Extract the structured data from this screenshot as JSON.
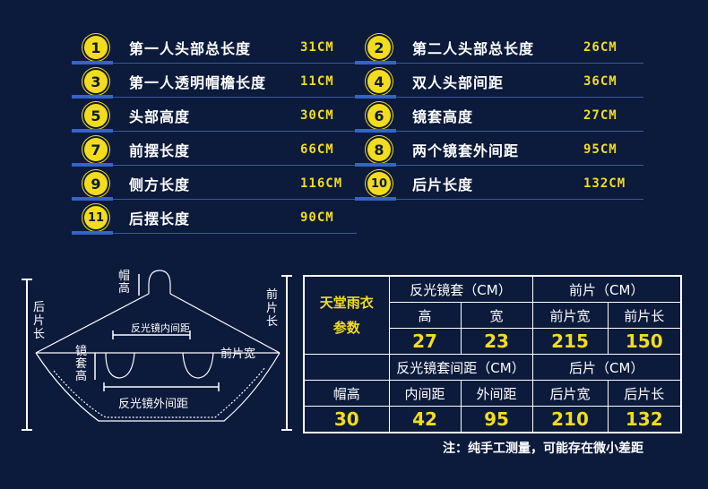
{
  "specs": [
    {
      "num": "1",
      "label": "第一人头部总长度",
      "value": "31CM"
    },
    {
      "num": "2",
      "label": "第二人头部总长度",
      "value": "26CM"
    },
    {
      "num": "3",
      "label": "第一人透明帽檐长度",
      "value": "11CM"
    },
    {
      "num": "4",
      "label": "双人头部间距",
      "value": "36CM"
    },
    {
      "num": "5",
      "label": "头部高度",
      "value": "30CM"
    },
    {
      "num": "6",
      "label": "镜套高度",
      "value": "27CM"
    },
    {
      "num": "7",
      "label": "前摆长度",
      "value": "66CM"
    },
    {
      "num": "8",
      "label": "两个镜套外间距",
      "value": "95CM"
    },
    {
      "num": "9",
      "label": "侧方长度",
      "value": "116CM"
    },
    {
      "num": "10",
      "label": "后片长度",
      "value": "132CM"
    },
    {
      "num": "11",
      "label": "后摆长度",
      "value": "90CM"
    }
  ],
  "diagram": {
    "hat_height": "帽高",
    "back_length": "后片长",
    "front_length": "前片长",
    "mirror_inner": "反光镜内间距",
    "mirror_height": "镜套高",
    "front_width": "前片宽",
    "mirror_outer": "反光镜外间距"
  },
  "table": {
    "title_line1": "天堂雨衣",
    "title_line2": "参数",
    "group_mirror": "反光镜套（CM）",
    "group_front": "前片（CM）",
    "col_high": "高",
    "col_wide": "宽",
    "col_front_width": "前片宽",
    "col_front_length": "前片长",
    "val_high": "27",
    "val_wide": "23",
    "val_front_width": "215",
    "val_front_length": "150",
    "group_mirror_gap": "反光镜套间距（CM）",
    "group_back": "后片（CM）",
    "col_hat_height": "帽高",
    "col_inner_gap": "内间距",
    "col_outer_gap": "外间距",
    "col_back_width": "后片宽",
    "col_back_length": "后片长",
    "val_hat_height": "30",
    "val_inner_gap": "42",
    "val_outer_gap": "95",
    "val_back_width": "210",
    "val_back_length": "132"
  },
  "note": "注：纯手工测量，可能存在微小差距",
  "colors": {
    "background": "#0c1a3c",
    "accent": "#f3dc1c",
    "rule": "#3464c8"
  }
}
